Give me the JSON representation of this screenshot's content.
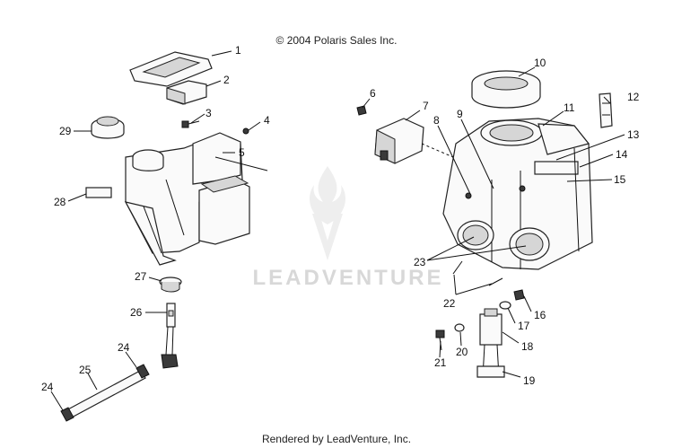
{
  "header": {
    "copyright": "© 2004 Polaris Sales Inc."
  },
  "watermark": {
    "brand": "LEADVENTURE"
  },
  "footer": {
    "rendered_by": "Rendered by LeadVenture, Inc."
  },
  "callouts": [
    "1",
    "2",
    "3",
    "4",
    "5",
    "6",
    "7",
    "8",
    "9",
    "10",
    "11",
    "12",
    "13",
    "14",
    "15",
    "16",
    "17",
    "18",
    "19",
    "20",
    "21",
    "22",
    "23",
    "24",
    "25",
    "26",
    "27",
    "28",
    "29",
    "24"
  ],
  "colors": {
    "line": "#111111",
    "watermark": "#d8d8d8",
    "background": "#ffffff"
  }
}
